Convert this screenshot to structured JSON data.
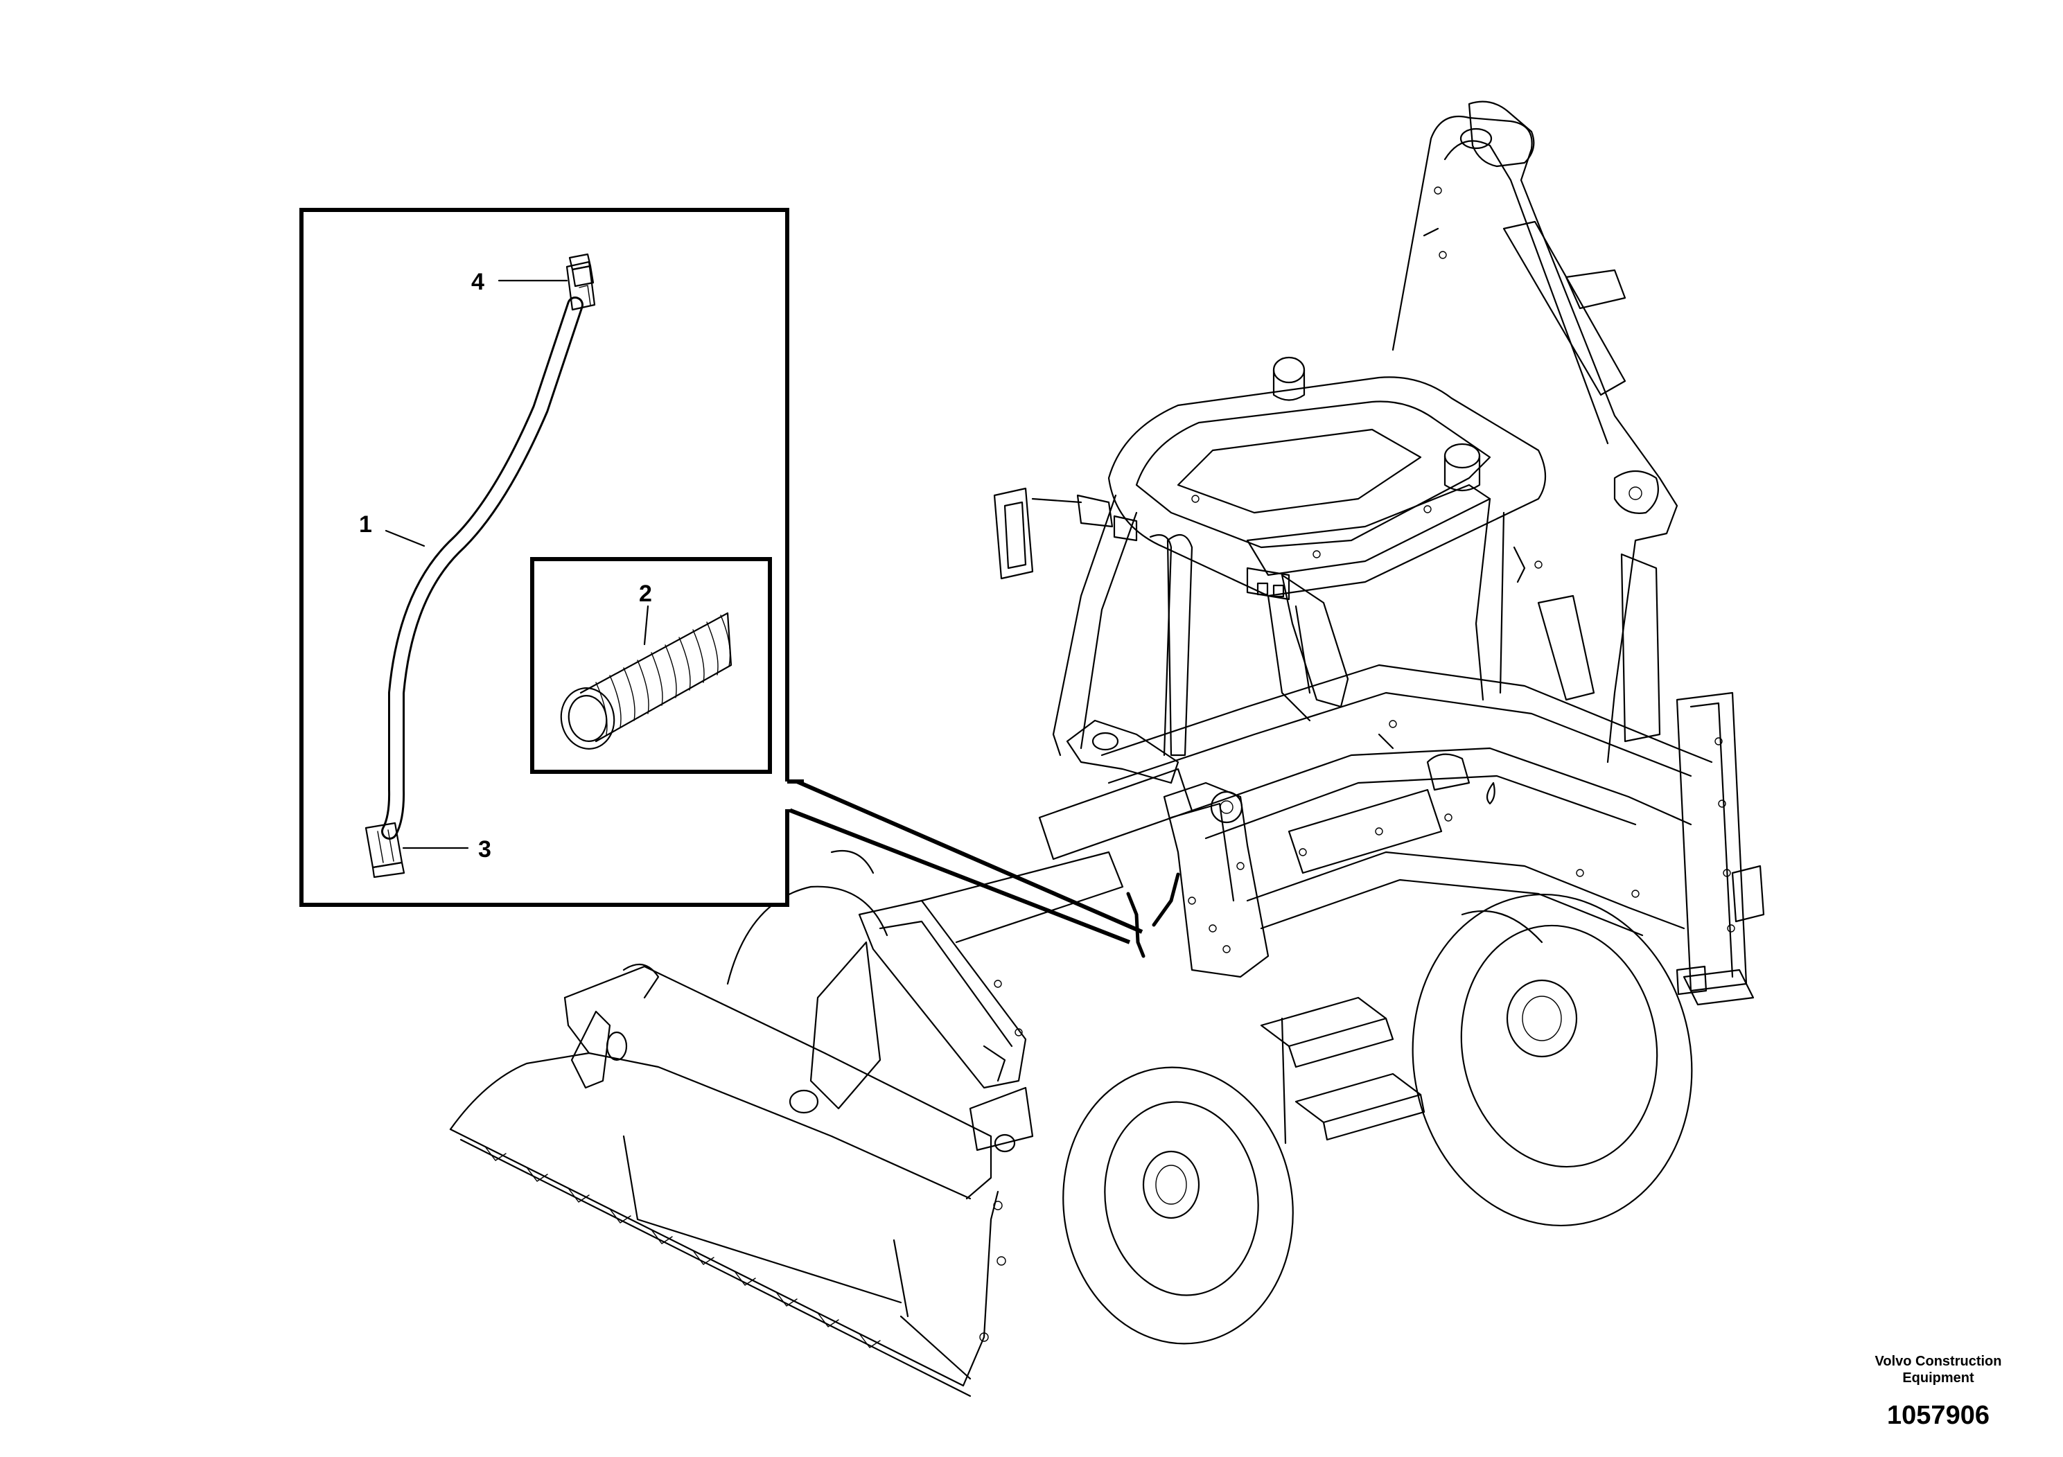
{
  "callouts": {
    "part_1": "1",
    "part_2": "2",
    "part_3": "3",
    "part_4": "4"
  },
  "footer": {
    "manufacturer": "Volvo Construction Equipment",
    "drawing_number": "1057906"
  },
  "colors": {
    "line": "#000000",
    "background": "#ffffff"
  }
}
